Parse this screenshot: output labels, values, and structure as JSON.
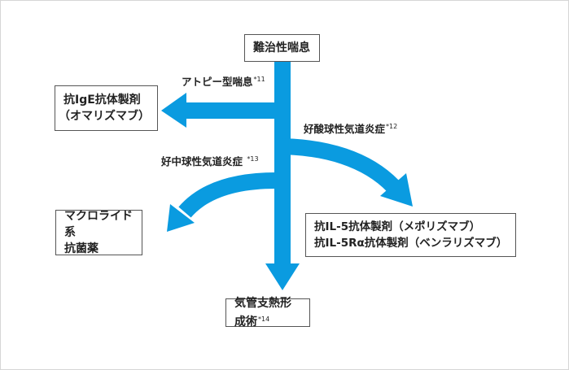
{
  "colors": {
    "arrow": "#0a9be0",
    "border": "#555555"
  },
  "nodes": {
    "start": "難治性喘息",
    "ige": [
      "抗IgE抗体製剤",
      "（オマリズマブ）"
    ],
    "macrolide": [
      "マクロライド系",
      "抗菌薬"
    ],
    "il5": [
      "抗IL-5抗体製剤（メポリズマブ）",
      "抗IL-5Rα抗体製剤（ベンラリズマブ）"
    ],
    "thermoplasty": {
      "text": "気管支熱形成術",
      "note": "*14"
    }
  },
  "edges": {
    "atopic": {
      "text": "アトピー型喘息",
      "note": "*11"
    },
    "eosinophilic": {
      "text": "好酸球性気道炎症",
      "note": "*12"
    },
    "neutrophilic": {
      "text": "好中球性気道炎症 ",
      "note": "*13"
    }
  }
}
